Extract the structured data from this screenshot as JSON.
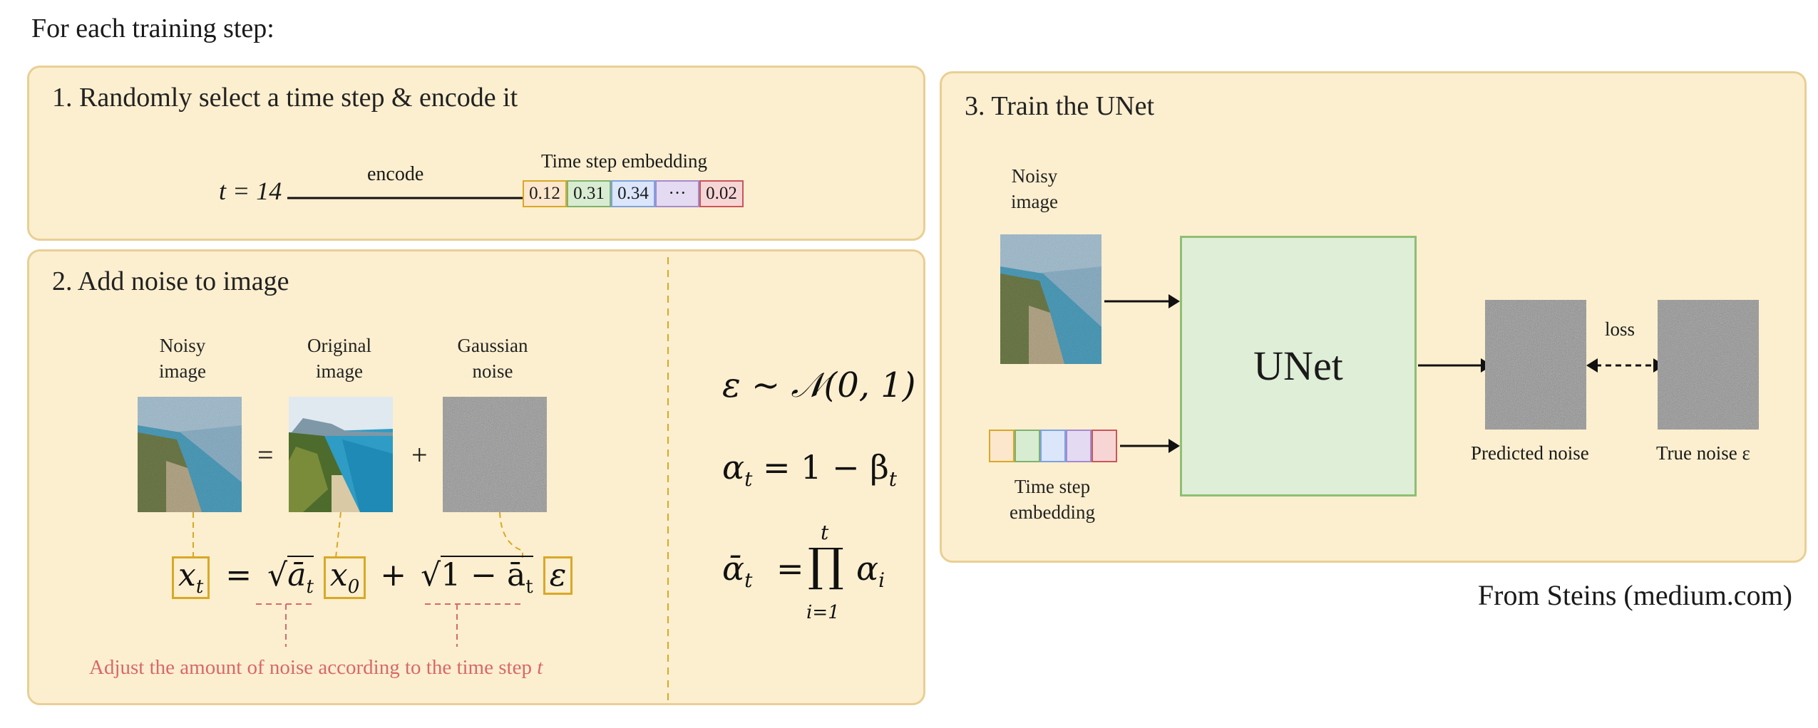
{
  "header": "For each training step:",
  "panel1": {
    "title": "1. Randomly select a time step & encode it",
    "t_label": "t = 14",
    "encode_label": "encode",
    "embedding_label": "Time step embedding",
    "embedding_values": [
      "0.12",
      "0.31",
      "0.34",
      "···",
      "0.02"
    ],
    "embedding_colors": [
      "#fce6cc",
      "#d8ecd2",
      "#dbe6fb",
      "#e4daf1",
      "#f8d5d5"
    ],
    "embedding_borders": [
      "#d9a826",
      "#7eb26d",
      "#7ea2e0",
      "#a48bcf",
      "#c9565a"
    ]
  },
  "panel2": {
    "title": "2. Add noise to image",
    "noisy_label_1": "Noisy",
    "noisy_label_2": "image",
    "orig_label_1": "Original",
    "orig_label_2": "image",
    "gauss_label_1": "Gaussian",
    "gauss_label_2": "noise",
    "equals": "=",
    "plus": "+",
    "eq_xt": "x",
    "eq_xt_sub": "t",
    "eq_equals": "=",
    "eq_abar": "ā",
    "eq_abar_sub": "t",
    "eq_x0": "x",
    "eq_x0_sub": "0",
    "eq_plus": "+",
    "eq_one_minus": "1 − ā",
    "eq_one_minus_sub": "t",
    "eq_eps": "ε",
    "note": "Adjust the amount of noise according to the time step",
    "note_t": "t",
    "formula_eps": "ε ∼ 𝒩(0, 1)",
    "formula_alpha": "α",
    "formula_alpha_sub": "t",
    "formula_alpha_rhs": "= 1 − β",
    "formula_alpha_rhs_sub": "t",
    "formula_abar": "ᾱ",
    "formula_abar_sub": "t",
    "formula_abar_eq": "=",
    "formula_prod": "∏",
    "formula_prod_top": "t",
    "formula_prod_bottom": "i=1",
    "formula_prod_term": "α",
    "formula_prod_term_sub": "i"
  },
  "panel3": {
    "title": "3. Train the UNet",
    "noisy_label_1": "Noisy",
    "noisy_label_2": "image",
    "unet_label": "UNet",
    "embedding_label_1": "Time step",
    "embedding_label_2": "embedding",
    "loss_label": "loss",
    "predicted_label": "Predicted noise",
    "true_label": "True noise ε",
    "unet_fill": "#dfeed6",
    "unet_border": "#8fbf74"
  },
  "credit": "From Steins (medium.com)",
  "colors": {
    "panel_fill": "#fcefcf",
    "panel_border": "#e9cf95",
    "accent_gold": "#d9a826",
    "note_red": "#d9676b"
  }
}
